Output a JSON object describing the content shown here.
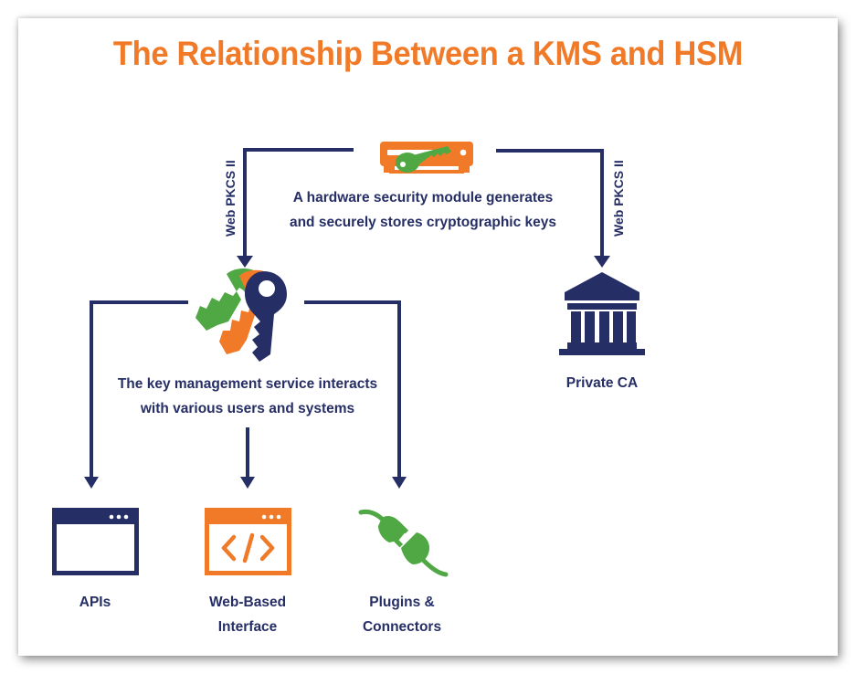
{
  "title": "The Relationship Between a KMS and HSM",
  "colors": {
    "title_orange": "#f07a27",
    "navy": "#262e66",
    "green": "#4fa843",
    "orange": "#f07a27"
  },
  "hsm": {
    "icon": "hsm-key-icon",
    "description_line1": "A hardware security module generates",
    "description_line2": "and securely stores cryptographic keys"
  },
  "connections": {
    "left_label": "Web PKCS II",
    "right_label": "Web PKCS II"
  },
  "kms": {
    "icon": "keys-icon",
    "description_line1": "The key management service interacts",
    "description_line2": "with various users and systems"
  },
  "private_ca": {
    "icon": "bank-building-icon",
    "label": "Private CA"
  },
  "endpoints": [
    {
      "icon": "browser-window-icon",
      "label_line1": "APIs",
      "label_line2": ""
    },
    {
      "icon": "code-window-icon",
      "label_line1": "Web-Based",
      "label_line2": "Interface"
    },
    {
      "icon": "plug-icon",
      "label_line1": "Plugins &",
      "label_line2": "Connectors"
    }
  ]
}
